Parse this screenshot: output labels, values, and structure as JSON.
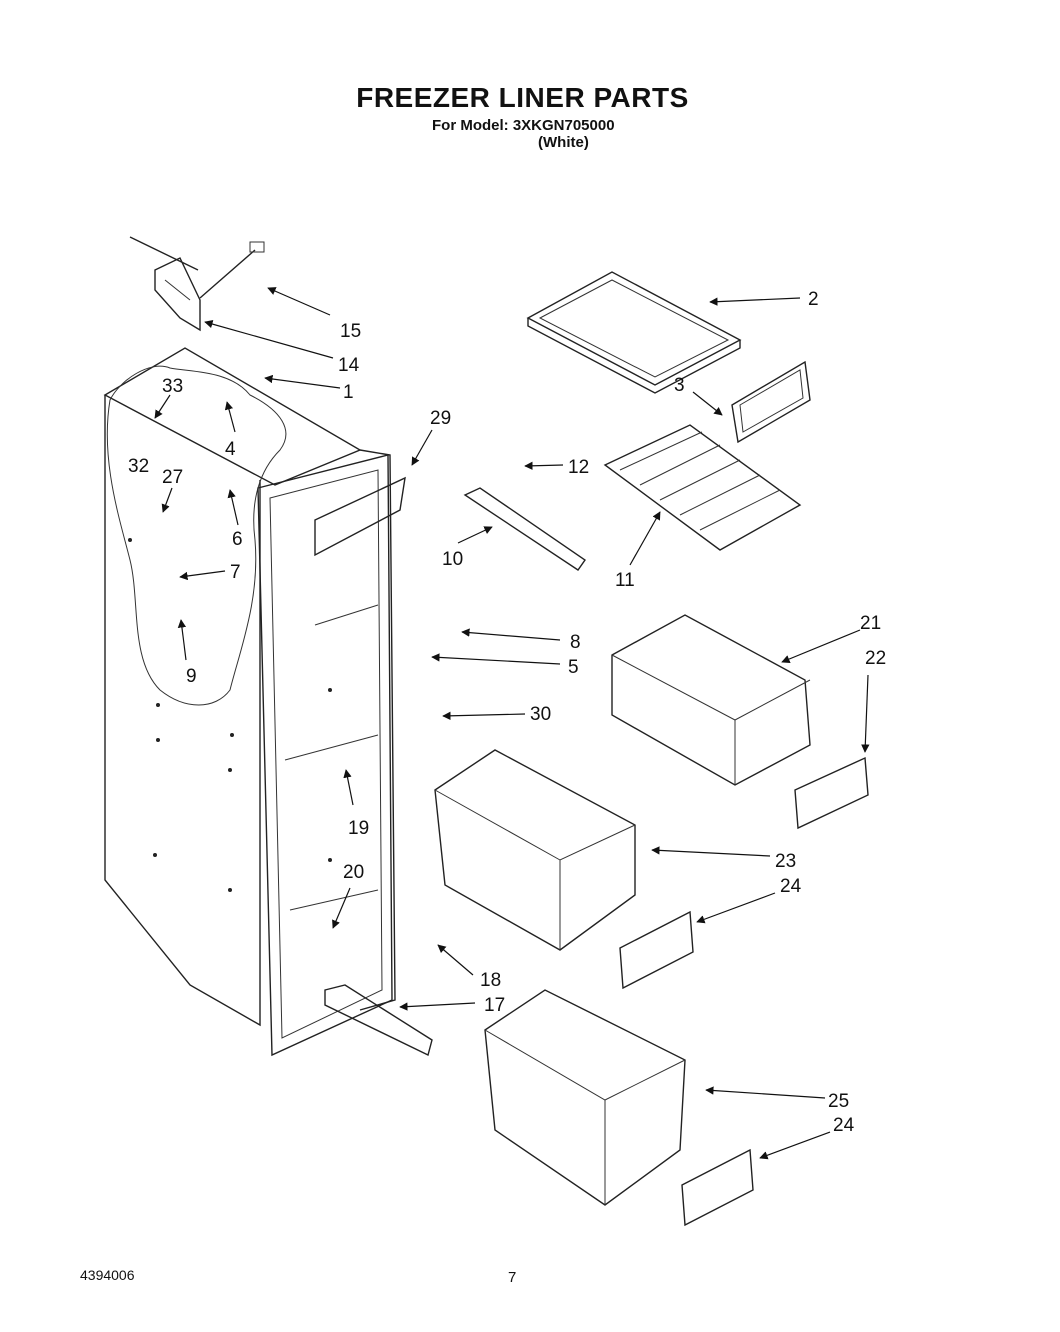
{
  "header": {
    "title": "FREEZER LINER PARTS",
    "model_line": "For Model: 3XKGN705000",
    "color_line": "(White)"
  },
  "footer": {
    "doc_number": "4394006",
    "page_number": "7"
  },
  "callouts": {
    "c1": "1",
    "c2": "2",
    "c3": "3",
    "c4": "4",
    "c5": "5",
    "c6": "6",
    "c7": "7",
    "c8": "8",
    "c9": "9",
    "c10": "10",
    "c11": "11",
    "c12": "12",
    "c14": "14",
    "c15": "15",
    "c17": "17",
    "c18": "18",
    "c19": "19",
    "c20": "20",
    "c21": "21",
    "c22": "22",
    "c23": "23",
    "c24a": "24",
    "c24b": "24",
    "c25": "25",
    "c27": "27",
    "c29": "29",
    "c30": "30",
    "c32": "32",
    "c33": "33"
  }
}
